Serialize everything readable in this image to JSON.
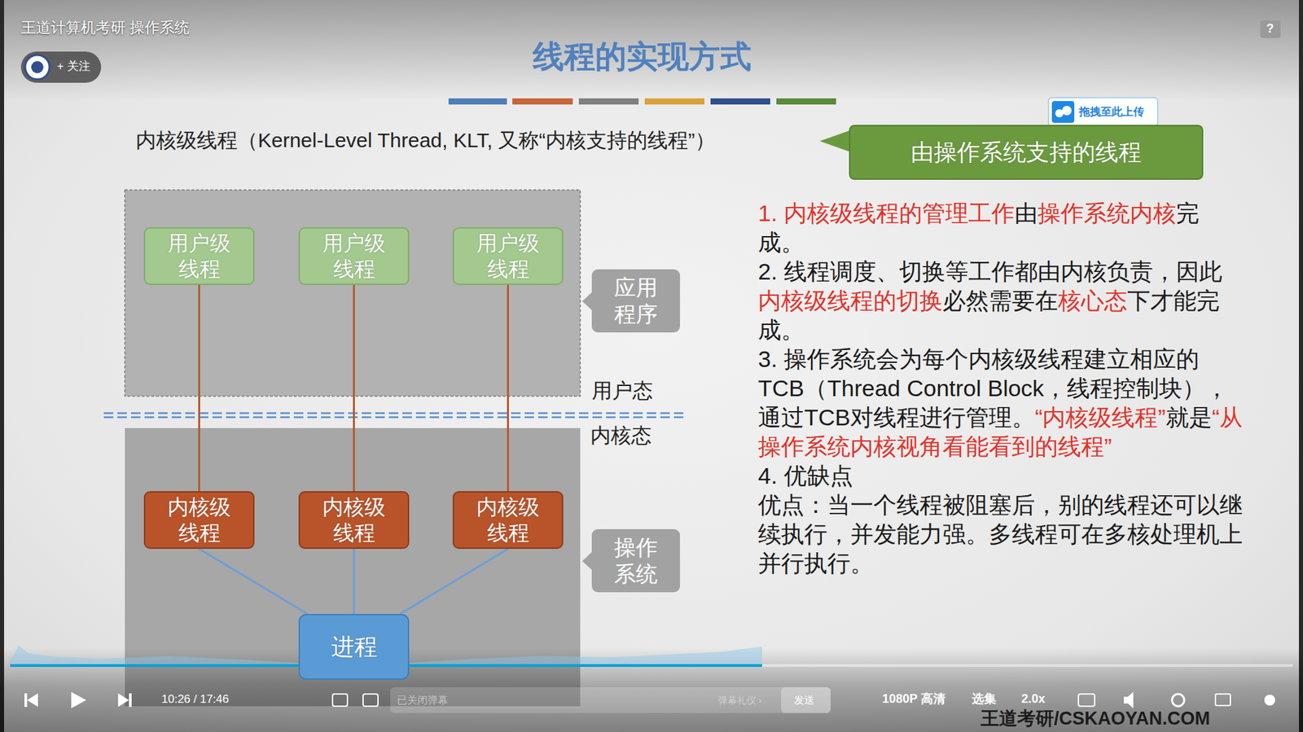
{
  "diagram": {
    "title": "线程的实现方式",
    "nodes": [
      {
        "text": [
          "由操作系统支持的线程"
        ]
      },
      {
        "text": [
          "应用程序"
        ]
      },
      {
        "text": [
          "用户级线程"
        ],
        "in": 1
      },
      {
        "text": [
          "用户级线程"
        ],
        "in": 1
      },
      {
        "text": [
          "用户级线程"
        ],
        "in": 1
      },
      {
        "text": [
          "操作系统"
        ]
      },
      {
        "text": [
          "内核级线程"
        ],
        "in": 5
      },
      {
        "text": [
          "内核级线程"
        ],
        "in": 5
      },
      {
        "text": [
          "内核级线程"
        ],
        "in": 5
      },
      {
        "text": [
          "进程"
        ],
        "in": 5
      }
    ],
    "edges": [
      {
        "from": 2,
        "to": 6,
        "arrow": "none"
      },
      {
        "from": 3,
        "to": 7,
        "arrow": "none"
      },
      {
        "from": 4,
        "to": 8,
        "arrow": "none"
      },
      {
        "from": 6,
        "to": 9,
        "arrow": "none"
      },
      {
        "from": 7,
        "to": 9,
        "arrow": "none"
      },
      {
        "from": 8,
        "to": 9,
        "arrow": "none"
      }
    ],
    "labels": [
      "王道计算机考研 操作系统",
      "+ 关注",
      "?",
      "拖拽至此上传",
      "内核级线程（Kernel-Level Thread, KLT, 又称“内核支持的线程”）",
      "用户态",
      "内核态",
      "1. 内核级线程的管理工作",
      "由",
      "操作系统内核",
      "完成。",
      "2. 线程调度、切换等工作都由内核负责，因此",
      "内核级线程的切换",
      "必然需要在",
      "核心态",
      "下才能完成。",
      "3. 操作系统会为每个内核级线程建立相应的TCB（Thread Control Block，线程控制块），通过TCB对线程进行管理。",
      "“内核级线程”",
      "就是",
      "“从操作系统内核视角看能看到的线程”",
      "4. 优缺点",
      "优点：当一个线程被阻塞后，别的线程还可以继续执行，并发能力强。多线程可在多核处理机上并行执行。",
      "10:26 / 17:46",
      "已关闭弹幕",
      "弹幕礼仪 ›",
      "发送",
      "1080P 高清",
      "选集",
      "2.0x",
      "王道考研/CSKAOYAN.COM"
    ]
  }
}
